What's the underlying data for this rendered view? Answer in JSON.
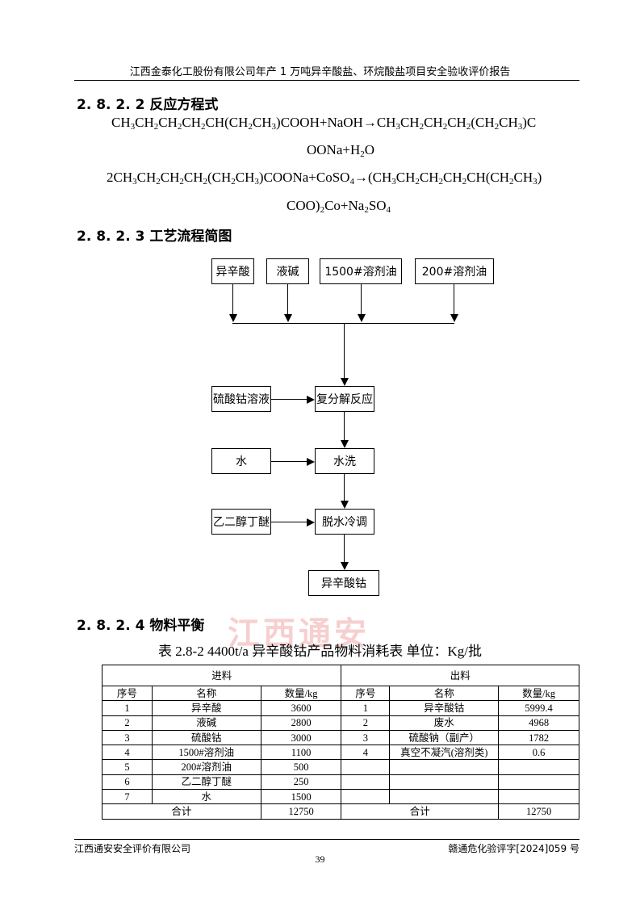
{
  "header": {
    "title": "江西金泰化工股份有限公司年产 1 万吨异辛酸盐、环烷酸盐项目安全验收评价报告"
  },
  "section_2822": {
    "heading": "2. 8. 2. 2 反应方程式",
    "eq1_line1": "CH3CH2CH2CH2CH(CH2CH3)COOH+NaOH→CH3CH2CH2CH2(CH2CH3)C",
    "eq1_line2": "OONa+H2O",
    "eq2_line1": "2CH3CH2CH2CH2(CH2CH3)COONa+CoSO4→(CH3CH2CH2CH2CH(CH2CH3)",
    "eq2_line2": "COO)2Co+Na2SO4"
  },
  "section_2823": {
    "heading": "2. 8. 2. 3 工艺流程简图",
    "flow": {
      "inputs": [
        "异辛酸",
        "液碱",
        "1500#溶剂油",
        "200#溶剂油"
      ],
      "side": [
        "硫酸钴溶液",
        "水",
        "乙二醇丁醚"
      ],
      "steps": [
        "复分解反应",
        "水洗",
        "脱水冷调"
      ],
      "product": "异辛酸钴"
    }
  },
  "section_2824": {
    "heading": "2. 8. 2. 4 物料平衡",
    "caption": "表 2.8-2 4400t/a 异辛酸钴产品物料消耗表 单位：Kg/批",
    "table": {
      "in_title": "进料",
      "out_title": "出料",
      "col_no": "序号",
      "col_name": "名称",
      "col_qty": "数量/kg",
      "rows": [
        [
          "1",
          "异辛酸",
          "3600",
          "1",
          "异辛酸钴",
          "5999.4"
        ],
        [
          "2",
          "液碱",
          "2800",
          "2",
          "废水",
          "4968"
        ],
        [
          "3",
          "硫酸钴",
          "3000",
          "3",
          "硫酸钠（副产）",
          "1782"
        ],
        [
          "4",
          "1500#溶剂油",
          "1100",
          "4",
          "真空不凝汽(溶剂类)",
          "0.6"
        ],
        [
          "5",
          "200#溶剂油",
          "500",
          "",
          "",
          ""
        ],
        [
          "6",
          "乙二醇丁醚",
          "250",
          "",
          "",
          ""
        ],
        [
          "7",
          "水",
          "1500",
          "",
          "",
          ""
        ]
      ],
      "total_label": "合计",
      "total_in": "12750",
      "total_out": "12750"
    }
  },
  "watermark": "江西通安",
  "footer": {
    "left": "江西通安安全评价有限公司",
    "right": "赣通危化验评字[2024]059 号",
    "page": "39"
  }
}
